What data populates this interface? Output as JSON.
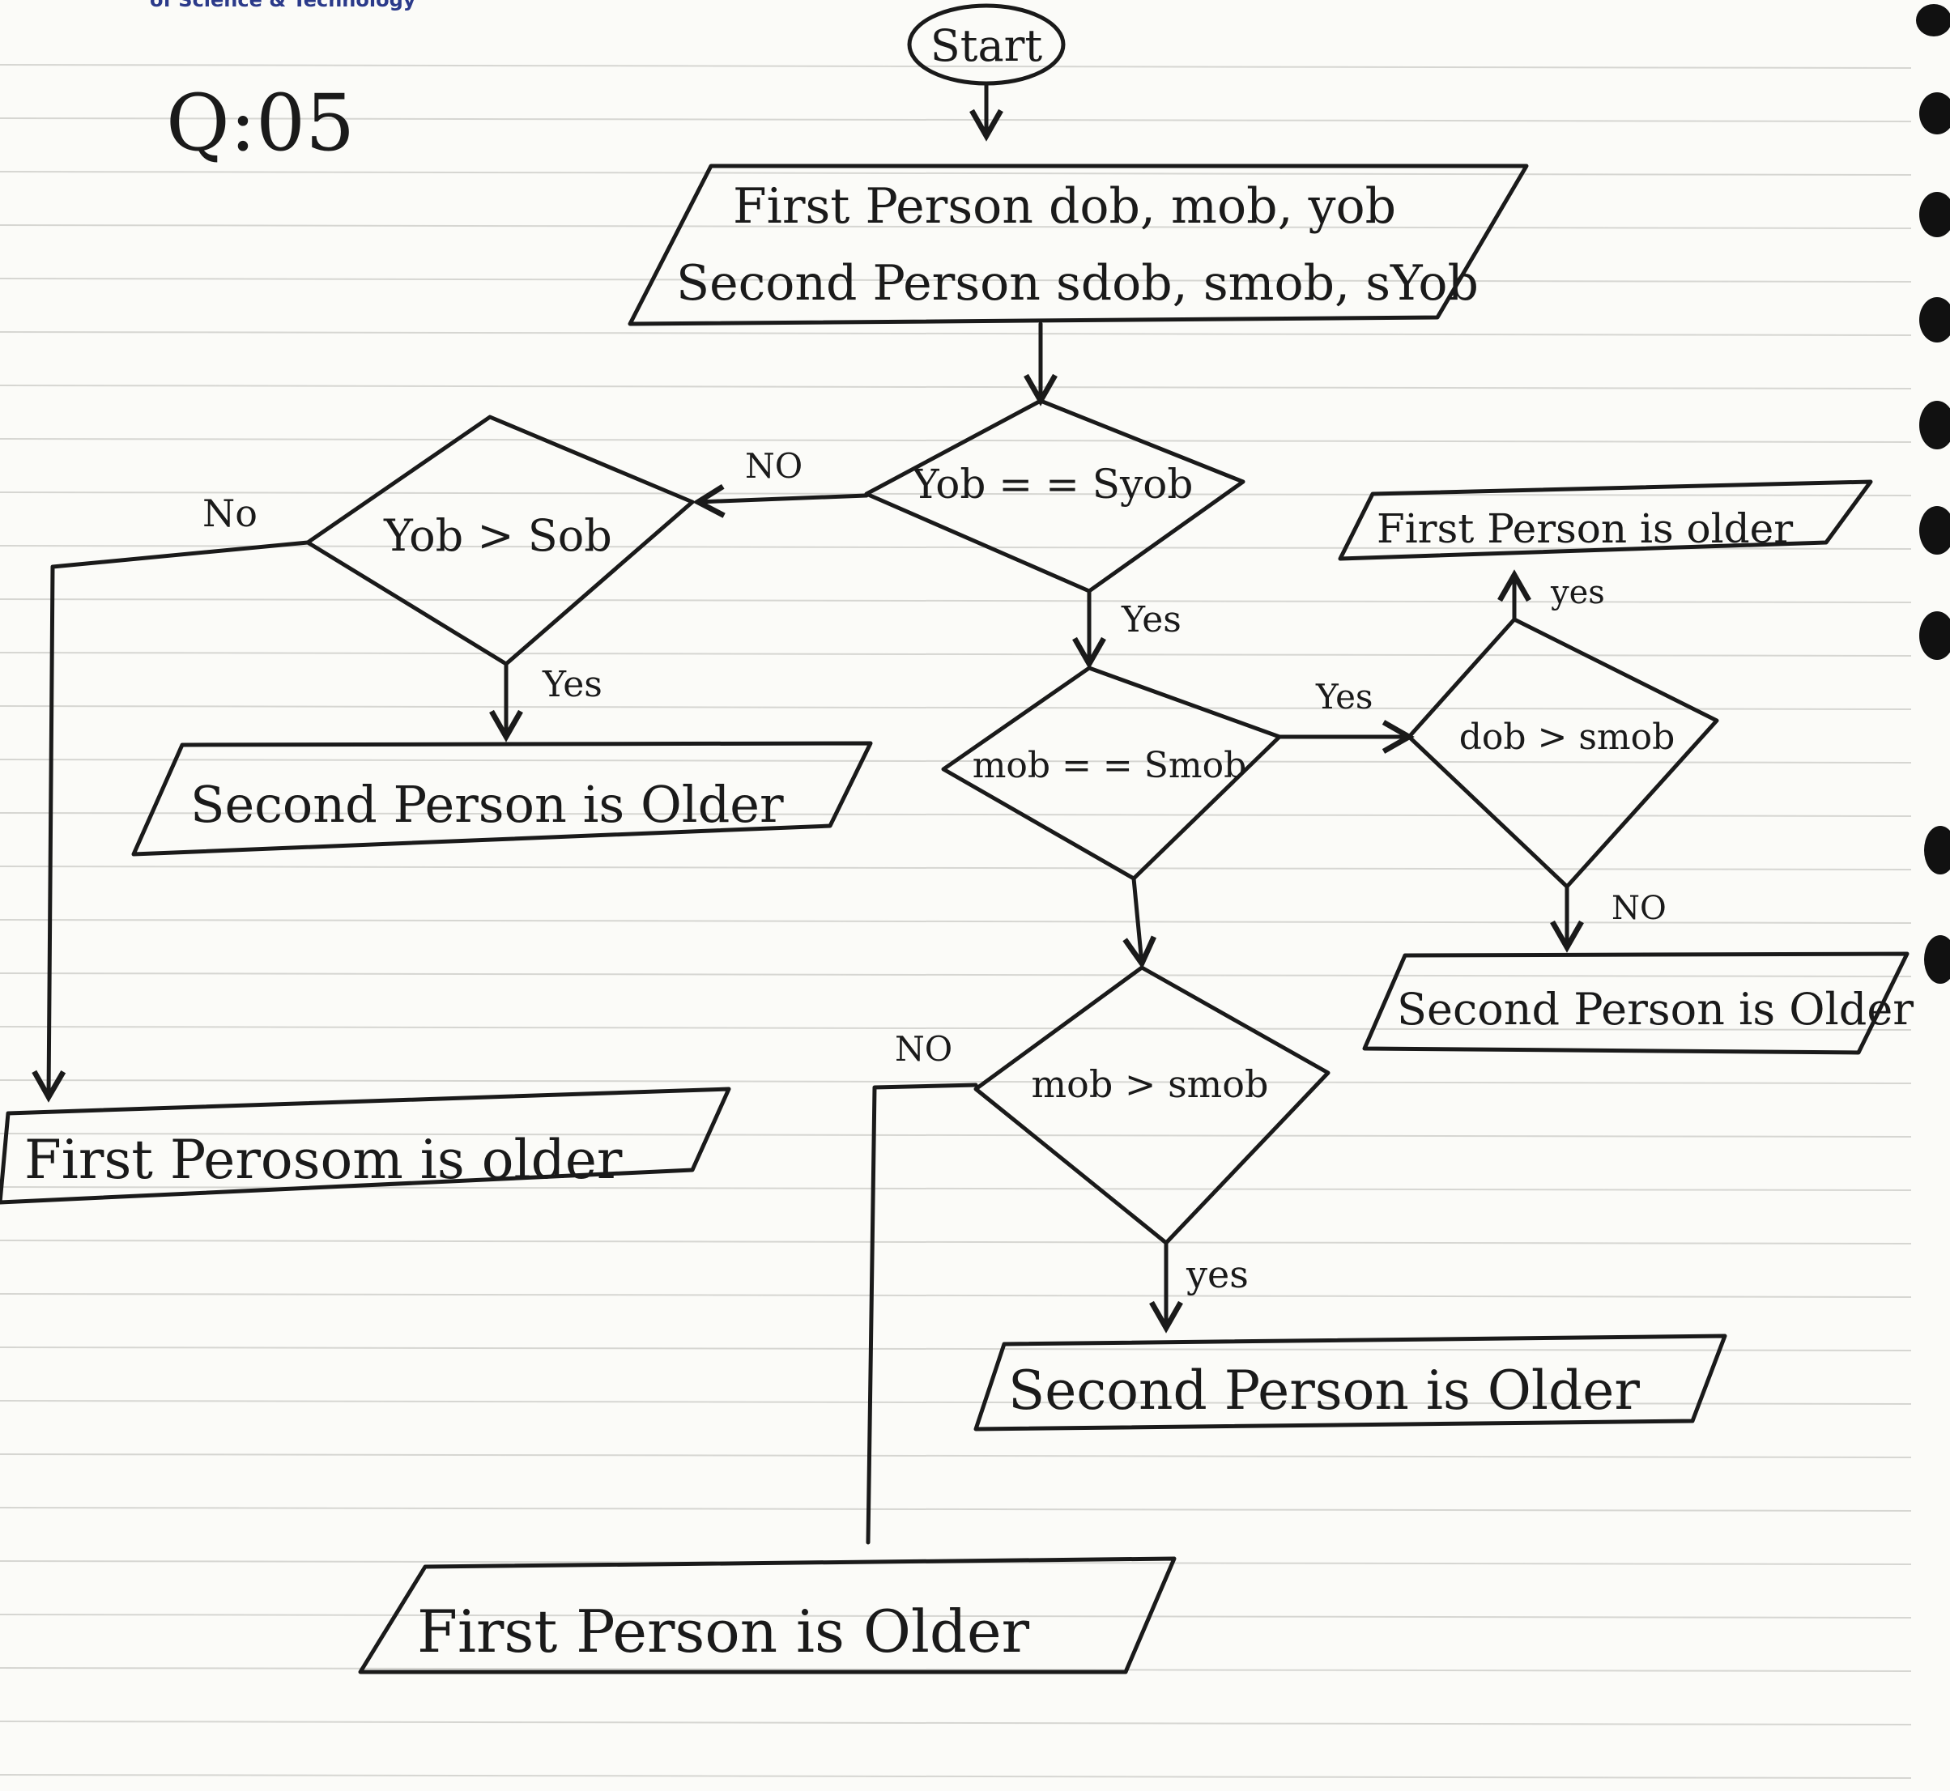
{
  "header_fragment": "of Science & Technology",
  "question_label": "Q:05",
  "nodes": {
    "start": "Start",
    "input_line1": "First Person dob, mob, yob",
    "input_line2": "Second Person sdob, smob, sYob",
    "d_year_equal": "Yob = = Syob",
    "d_year_greater": "Yob > Sob",
    "d_month_equal": "mob = = Smob",
    "d_day_greater": "dob > smob",
    "d_month_greater": "mob > smob",
    "out_second_older_left": "Second Person is Older",
    "out_first_older_left": "First Perosom is older",
    "out_first_older_top_right": "First Person is older",
    "out_second_older_right": "Second Person is Older",
    "out_second_older_bottom": "Second Person is Older",
    "out_first_older_bottom": "First Person is Older"
  },
  "edge_labels": {
    "year_equal_no": "NO",
    "year_greater_no": "No",
    "year_greater_yes": "Yes",
    "year_equal_yes": "Yes",
    "month_equal_yes": "Yes",
    "day_greater_yes": "yes",
    "day_greater_no": "NO",
    "month_greater_no": "NO",
    "month_greater_yes": "yes"
  }
}
